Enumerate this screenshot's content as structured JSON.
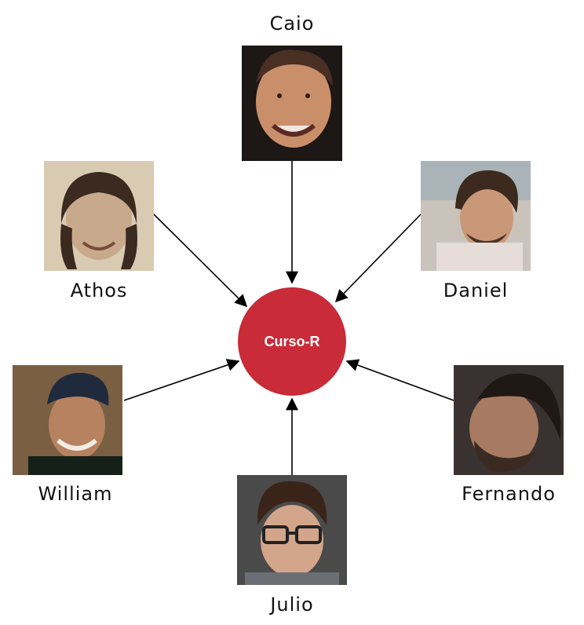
{
  "hub": {
    "label": "Curso-R",
    "color": "#c92b38"
  },
  "people": [
    {
      "name": "Caio",
      "photo": "portrait-photo"
    },
    {
      "name": "Athos",
      "photo": "portrait-photo"
    },
    {
      "name": "Daniel",
      "photo": "portrait-photo"
    },
    {
      "name": "William",
      "photo": "portrait-photo"
    },
    {
      "name": "Fernando",
      "photo": "portrait-photo"
    },
    {
      "name": "Julio",
      "photo": "portrait-photo"
    }
  ],
  "edge_color": "#000000"
}
